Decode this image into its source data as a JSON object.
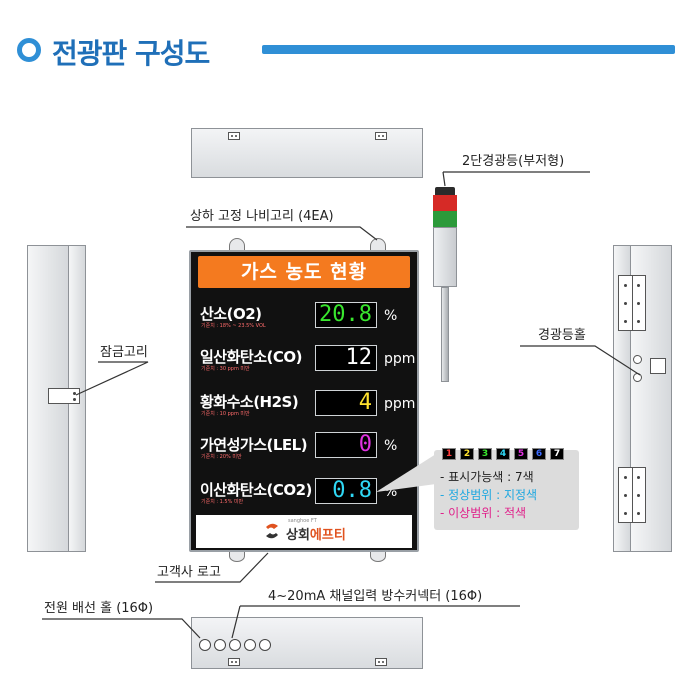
{
  "header": {
    "title": "전광판 구성도"
  },
  "labels": {
    "tower_light": "2단경광등(부저형)",
    "wing_bolt": "상하 고정 나비고리 (4EA)",
    "lock_hook": "잠금고리",
    "light_hole": "경광등홀",
    "company_logo": "고객사 로고",
    "power_hole": "전원 배선 홀 (16Φ)",
    "connector": "4~20mA 채널입력 방수커넥터 (16Φ)"
  },
  "board": {
    "title": "가스 농도 현황",
    "rows": [
      {
        "name": "산소(O2)",
        "ref": "기준치 : 18% ~ 23.5% VOL",
        "value": "20.8",
        "unit": "%",
        "color": "#39e62e"
      },
      {
        "name": "일산화탄소(CO)",
        "ref": "기준치 : 30 ppm 미만",
        "value": "12",
        "unit": "ppm",
        "color": "#ffffff"
      },
      {
        "name": "황화수소(H2S)",
        "ref": "기준치 : 10 ppm 미만",
        "value": "4",
        "unit": "ppm",
        "color": "#ffe22e"
      },
      {
        "name": "가연성가스(LEL)",
        "ref": "기준치 : 20% 미만",
        "value": "0",
        "unit": "%",
        "color": "#e033e0"
      },
      {
        "name": "이산화탄소(CO2)",
        "ref": "기준치 : 1.5% 미만",
        "value": "0.8",
        "unit": "%",
        "color": "#2fd8f5"
      }
    ],
    "logo": {
      "name_a": "상회",
      "name_b": "에프티",
      "small": "sanghoe FT"
    }
  },
  "legend": {
    "swatches": [
      {
        "label": "1",
        "color": "#ff3b3b"
      },
      {
        "label": "2",
        "color": "#ffe22e"
      },
      {
        "label": "3",
        "color": "#39e62e"
      },
      {
        "label": "4",
        "color": "#2fd8f5"
      },
      {
        "label": "5",
        "color": "#e033e0"
      },
      {
        "label": "6",
        "color": "#3b6bff"
      },
      {
        "label": "7",
        "color": "#ffffff"
      }
    ],
    "line1": "- 표시가능색 : 7색",
    "line2": "- 정상범위 : 지정색",
    "line3": "- 이상범위 : 적색",
    "line2_color": "#1fa8e0",
    "line3_color": "#e0208a"
  }
}
